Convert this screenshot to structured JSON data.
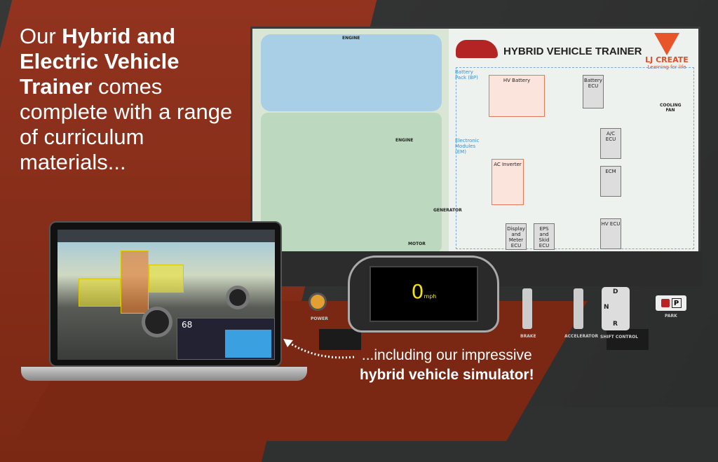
{
  "headline": {
    "part1": "Our ",
    "bold": "Hybrid and Electric Vehicle Trainer",
    "part2": " comes complete with a range of curriculum materials..."
  },
  "caption": {
    "line1": "...including our impressive",
    "line2": "hybrid vehicle simulator!"
  },
  "trainer": {
    "title": "HYBRID VEHICLE TRAINER",
    "logo": {
      "brand": "LJ CREATE",
      "tagline": "Learning for life"
    },
    "blocks": [
      "HV Battery",
      "Battery ECU",
      "A/C ECU",
      "ECM",
      "HV ECU",
      "Display and Meter ECU",
      "EPS and Skid ECU",
      "AC Inverter"
    ],
    "diagram_labels": {
      "battery_pack": "Battery Pack (BP)",
      "electronic_modules": "Electronic Modules (EM)",
      "engine": "ENGINE",
      "generator": "GENERATOR",
      "motor": "MOTOR",
      "cooling_fan": "COOLING FAN"
    },
    "dash": {
      "speed": "0",
      "unit": "mph"
    },
    "controls": {
      "power": "POWER",
      "brake": "BRAKE",
      "accelerator": "ACCELERATOR",
      "shift": "SHIFT CONTROL",
      "park": "PARK",
      "gears": [
        "D",
        "N",
        "R"
      ],
      "park_key": "P"
    }
  },
  "simulator": {
    "speed_readout": "68"
  },
  "colors": {
    "accent_red": "#8a2f1c",
    "logo_orange": "#e8552a",
    "speed_yellow": "#f2e400"
  }
}
